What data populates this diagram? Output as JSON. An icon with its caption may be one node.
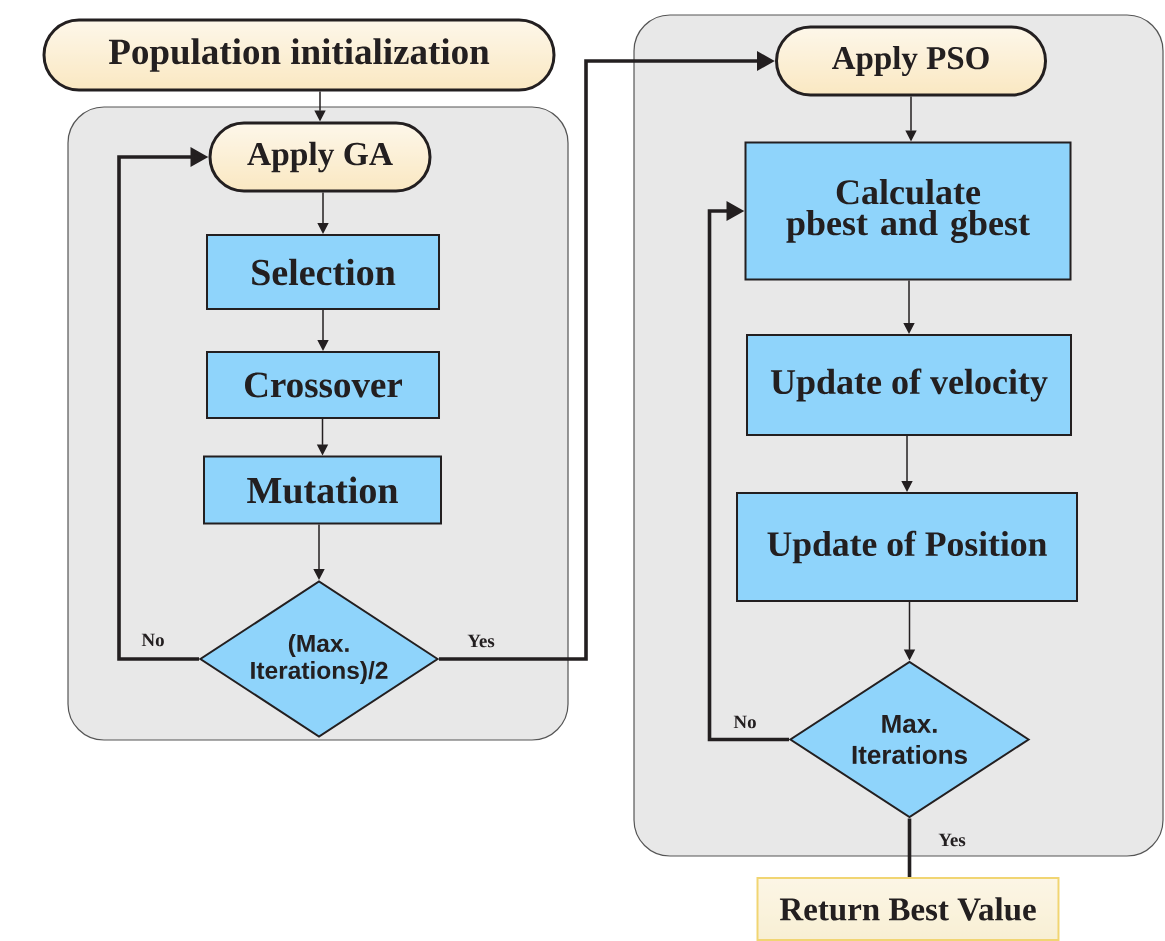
{
  "diagram": {
    "nodes": [
      {
        "text": [
          "Population initialization"
        ]
      },
      {
        "text": [],
        "shape": "box"
      },
      {
        "text": [
          "Apply GA"
        ],
        "in": 1
      },
      {
        "text": [
          "Selection"
        ],
        "in": 1
      },
      {
        "text": [
          "Crossover"
        ],
        "in": 1
      },
      {
        "text": [
          "Mutation"
        ],
        "in": 1
      },
      {
        "text": [
          "(Max. Iterations)/2"
        ],
        "in": 1
      },
      {
        "text": [],
        "shape": "box"
      },
      {
        "text": [
          "Apply PSO"
        ],
        "in": 7
      },
      {
        "text": [
          "Calculate pbest and gbest"
        ],
        "in": 7
      },
      {
        "text": [
          "Update of velocity"
        ],
        "in": 7
      },
      {
        "text": [
          "Update of Position"
        ],
        "in": 7
      },
      {
        "text": [
          "Max. Iterations"
        ],
        "in": 7
      },
      {
        "text": [
          "Return Best Value"
        ]
      }
    ],
    "edges": [
      {
        "from": 0,
        "to": 2,
        "arrow": "to"
      },
      {
        "from": 2,
        "to": 3,
        "arrow": "to"
      },
      {
        "from": 3,
        "to": 4,
        "arrow": "to"
      },
      {
        "from": 4,
        "to": 5,
        "arrow": "to"
      },
      {
        "from": 5,
        "to": 6,
        "arrow": "to"
      },
      {
        "from": 6,
        "to": 2,
        "arrow": "to",
        "label": "No",
        "style": "thick"
      },
      {
        "from": 6,
        "to": 8,
        "arrow": "to",
        "label": "Yes",
        "style": "thick"
      },
      {
        "from": 8,
        "to": 9,
        "arrow": "to"
      },
      {
        "from": 9,
        "to": 10,
        "arrow": "to"
      },
      {
        "from": 10,
        "to": 11,
        "arrow": "to"
      },
      {
        "from": 11,
        "to": 12,
        "arrow": "to"
      },
      {
        "from": 12,
        "to": 9,
        "arrow": "to",
        "label": "No",
        "style": "thick"
      },
      {
        "from": 12,
        "to": 13,
        "arrow": "none",
        "label": "Yes",
        "style": "thick"
      }
    ]
  }
}
